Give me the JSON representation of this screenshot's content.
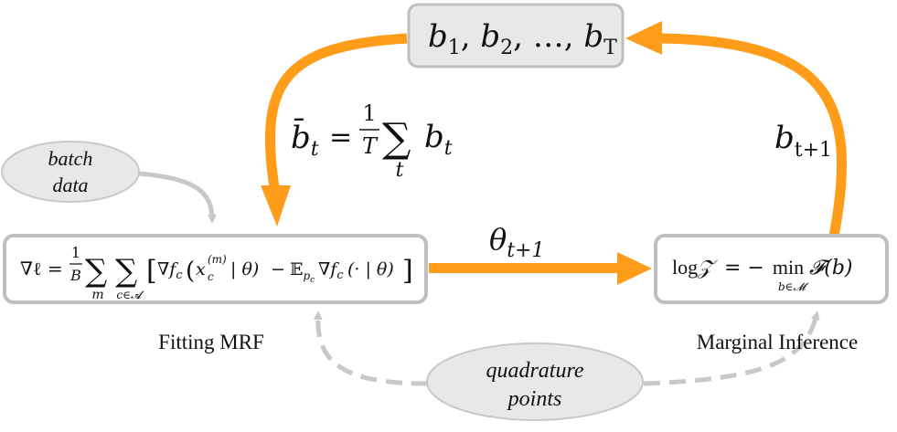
{
  "colors": {
    "orange": "#FF9D1A",
    "gray_arrow": "#C8C8C8",
    "box_fill": "#E8E8E8",
    "box_stroke": "#BFBFBF"
  },
  "top_box": {
    "items": [
      "b",
      "1",
      ", ",
      "b",
      "2",
      ", …, ",
      "b",
      "T"
    ]
  },
  "avg_eq": {
    "lhs": "b̄",
    "lhs_sub": "t",
    "eq": "=",
    "frac_num": "1",
    "frac_den": "T",
    "sum": "∑",
    "sum_sub": "t",
    "term": "b",
    "term_sub": "t"
  },
  "next_b": {
    "base": "b",
    "sub": "t+1"
  },
  "theta": {
    "base": "θ",
    "sub": "t+1"
  },
  "batch_data": {
    "line1": "batch",
    "line2": "data"
  },
  "quadrature": {
    "line1": "quadrature",
    "line2": "points"
  },
  "fitting": {
    "label": "Fitting MRF",
    "nabla_l": "∇ℓ =",
    "frac_num": "1",
    "frac_den": "B",
    "sum": "∑",
    "sum1_sub": "m",
    "sum2_sub": "c∈𝓐",
    "bracket_open": "[",
    "grad_f": "∇f",
    "grad_f_sub": "c",
    "paren_open": "(",
    "x": "x",
    "x_sub": "c",
    "x_sup": "(m)",
    "given_theta": "| θ)",
    "minus": "−",
    "expect": "𝔼",
    "expect_sub": "p",
    "expect_sub2": "c",
    "grad_f2": "∇f",
    "grad_f2_sub": "c",
    "dot_theta": "(· | θ)",
    "bracket_close": "]"
  },
  "marginal": {
    "label": "Marginal Inference",
    "log": "log",
    "z": "𝒵",
    "eq": "= −",
    "min": "min",
    "min_sub": "b∈𝓜",
    "F": "𝓕(b)"
  }
}
